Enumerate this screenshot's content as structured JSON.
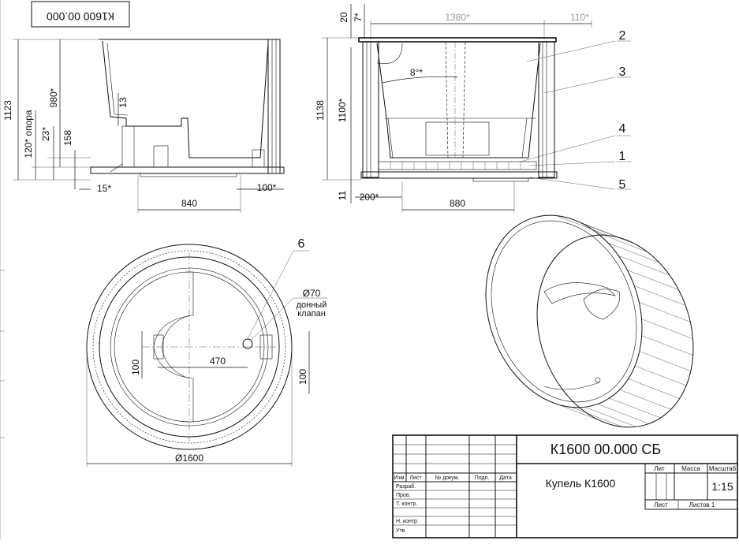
{
  "stamp_rotated": "К1600 00.000",
  "side_view": {
    "dims": {
      "h_total": "1123",
      "h_980": "980*",
      "h_opora": "120* опора",
      "h_23": "23*",
      "h_158": "158",
      "h_13": "13",
      "w_840": "840",
      "w_15": "15*",
      "w_100": "100*"
    }
  },
  "front_view": {
    "dims": {
      "top_20": "20",
      "top_7": "7*",
      "w_1380": "1380*",
      "w_110": "110*",
      "angle": "8°*",
      "h_1138": "1138",
      "h_1100": "1100*",
      "b_11": "11",
      "w_200": "200*",
      "w_880": "880"
    },
    "callouts": [
      "2",
      "3",
      "4",
      "1",
      "5"
    ]
  },
  "plan_view": {
    "callout": "6",
    "drain_dia": "Ø70",
    "drain_label_1": "донный",
    "drain_label_2": "клапан",
    "dim_470": "470",
    "dim_100_left": "100",
    "dim_100_right": "100",
    "dim_1600": "Ø1600"
  },
  "title_block": {
    "designation": "К1600 00.000 СБ",
    "name": "Купель К1600",
    "headers": {
      "izm": "Изм",
      "list": "Лист",
      "doc": "№ докум.",
      "sign": "Подп.",
      "date": "Дата"
    },
    "rows": [
      "Разраб.",
      "Пров.",
      "Т. контр.",
      "",
      "Н. контр.",
      "Утв."
    ],
    "lit": "Лит",
    "mass": "Масса",
    "scale_label": "Масштаб",
    "scale": "1:15",
    "sheet": "Лист",
    "sheets": "Листов 1"
  }
}
